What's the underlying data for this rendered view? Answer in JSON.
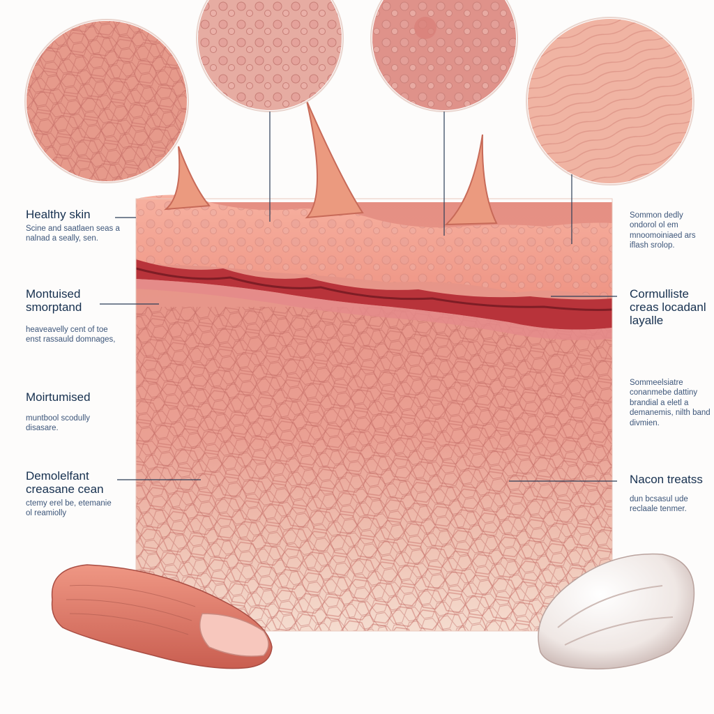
{
  "colors": {
    "skin_top": "#f2a08e",
    "skin_mid": "#e68f84",
    "skin_low": "#f0cbbb",
    "dermis_red": "#b8333a",
    "label_text": "#16304f",
    "leader_line": "#2b3d57",
    "cream": "#f3eeeb"
  },
  "icons": [
    "fingertip-illustration",
    "cream-dollop-illustration",
    "hair-spike",
    "magnified-skin-circle"
  ],
  "labels_left": [
    {
      "heading": "Healthy skin",
      "desc": "Scine and saatlaen seas a nalnad a seally, sen."
    },
    {
      "heading": "Montuised smorptand",
      "desc": "heaveavelly cent of toe enst rassauld domnages,"
    },
    {
      "heading": "Moirtumised",
      "desc": "muntbool scodully disasare."
    },
    {
      "heading": "Demolelfant creasane cean",
      "desc": "ctemy erel be, etemanie ol reamiolly"
    }
  ],
  "labels_right": [
    {
      "heading": "",
      "desc": "Sommon dedly ondorol ol em mnoomoiniaed ars iflash srolop."
    },
    {
      "heading": "Cormulliste creas locadanl layalle",
      "desc": ""
    },
    {
      "heading": "",
      "desc": "Sommeelsiatre conanmebe dattiny brandial a eletl a demanemis, nilth band divmien."
    },
    {
      "heading": "Nacon treatss",
      "desc": "dun bcsasul ude reclaale tenmer."
    }
  ]
}
